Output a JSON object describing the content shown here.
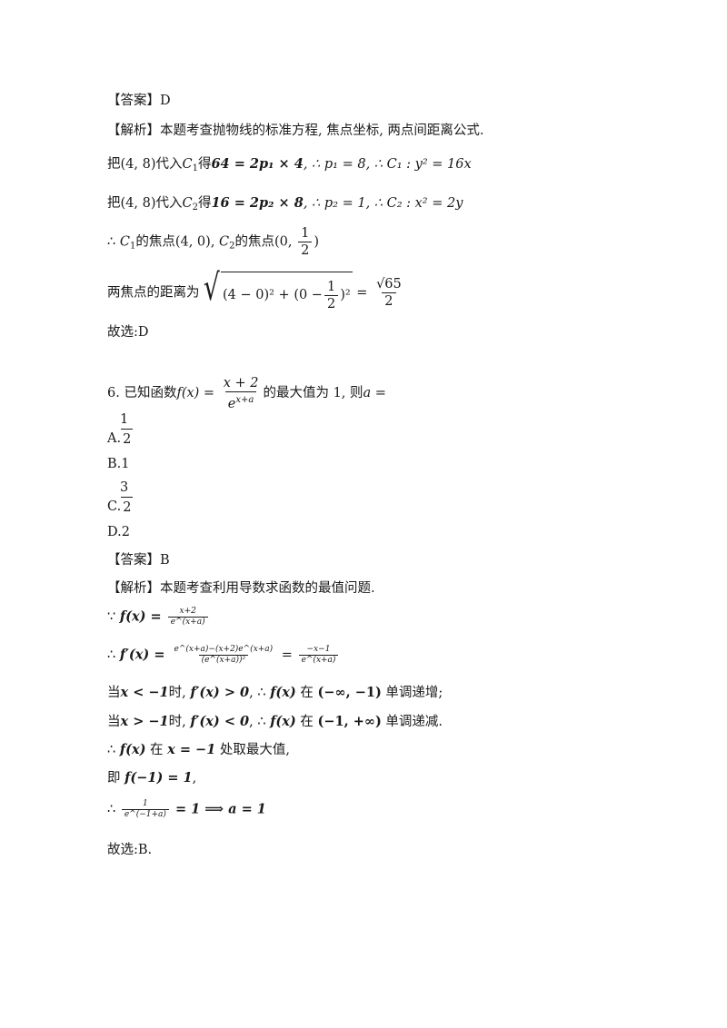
{
  "answer1": "【答案】D",
  "analysis1_label": "【解析】",
  "analysis1_text": "本题考查抛物线的标准方程, 焦点坐标, 两点间距离公式.",
  "line_c1": {
    "pre": "把",
    "point": "(4, 8)",
    "mid": "代入",
    "c": "C",
    "c_sub": "1",
    "de": "得",
    "eq": "64 = 2p₁ × 4",
    "then1": ", ∴ p₁ = 8",
    "then2": ", ∴ C₁ : y² = 16x"
  },
  "line_c2": {
    "pre": "把",
    "point": "(4, 8)",
    "mid": "代入",
    "c": "C",
    "c_sub": "2",
    "de": "得",
    "eq": "16 = 2p₂ × 8",
    "then1": ", ∴ p₂ = 1",
    "then2": ", ∴ C₂ : x² = 2y"
  },
  "focus_line": {
    "therefore": "∴ ",
    "c1": "C",
    "c1_sub": "1",
    "t1": "的焦点",
    "p1": "(4, 0)",
    "comma": ", ",
    "c2": "C",
    "c2_sub": "2",
    "t2": "的焦点",
    "p2_open": "(0, ",
    "p2_num": "1",
    "p2_den": "2",
    "p2_close": ")"
  },
  "distance_line": {
    "label": "两焦点的距离为",
    "expr_a": "(4 − 0)² + (0 − ",
    "half_num": "1",
    "half_den": "2",
    "expr_b": ")²",
    "eq": " = ",
    "res_num": "√65",
    "res_den": "2"
  },
  "conclusion1": "故选:D",
  "q6": {
    "number": "6. 已知函数",
    "f": "f(x) = ",
    "num": "x + 2",
    "den": "e",
    "den_sup": "x+a",
    "rest": "的最大值为 1, 则",
    "a": "a ="
  },
  "options": [
    {
      "label": "A.",
      "num": "1",
      "den": "2"
    },
    {
      "label": "B.",
      "text": "1"
    },
    {
      "label": "C.",
      "num": "3",
      "den": "2"
    },
    {
      "label": "D.",
      "text": "2"
    }
  ],
  "answer2": "【答案】B",
  "analysis2_label": "【解析】",
  "analysis2_text": "本题考查利用导数求函数的最值问题.",
  "step1": {
    "because": "∵ ",
    "lhs": "f(x) = ",
    "num": "x+2",
    "den": "e^(x+a)"
  },
  "step2": {
    "therefore": "∴ ",
    "lhs": "f′(x) = ",
    "num": "e^(x+a)−(x+2)e^(x+a)",
    "den": "(e^(x+a))²",
    "eq": " = ",
    "num2": "−x−1",
    "den2": "e^(x+a)"
  },
  "step3": {
    "pre": "当",
    "cond": "x < −1",
    "shi": "时, ",
    "d": "f′(x) > 0",
    "ther": ", ∴ ",
    "f": "f(x)",
    "zai": " 在 ",
    "iv": "(−∞, −1)",
    "tail": " 单调递增;"
  },
  "step4": {
    "pre": "当",
    "cond": "x > −1",
    "shi": "时, ",
    "d": "f′(x) < 0",
    "ther": ", ∴ ",
    "f": "f(x)",
    "zai": " 在 ",
    "iv": "(−1, +∞)",
    "tail": " 单调递减."
  },
  "step5": {
    "ther": "∴ ",
    "f": "f(x)",
    "zai": " 在 ",
    "at": "x = −1",
    "tail": " 处取最大值,"
  },
  "step6": {
    "pre": "即 ",
    "eq": "f(−1) = 1",
    "tail": ","
  },
  "step7": {
    "ther": "∴ ",
    "num": "1",
    "den": "e^(−1+a)",
    "res": " = 1 ⟹ a = 1"
  },
  "conclusion2": "故选:B."
}
